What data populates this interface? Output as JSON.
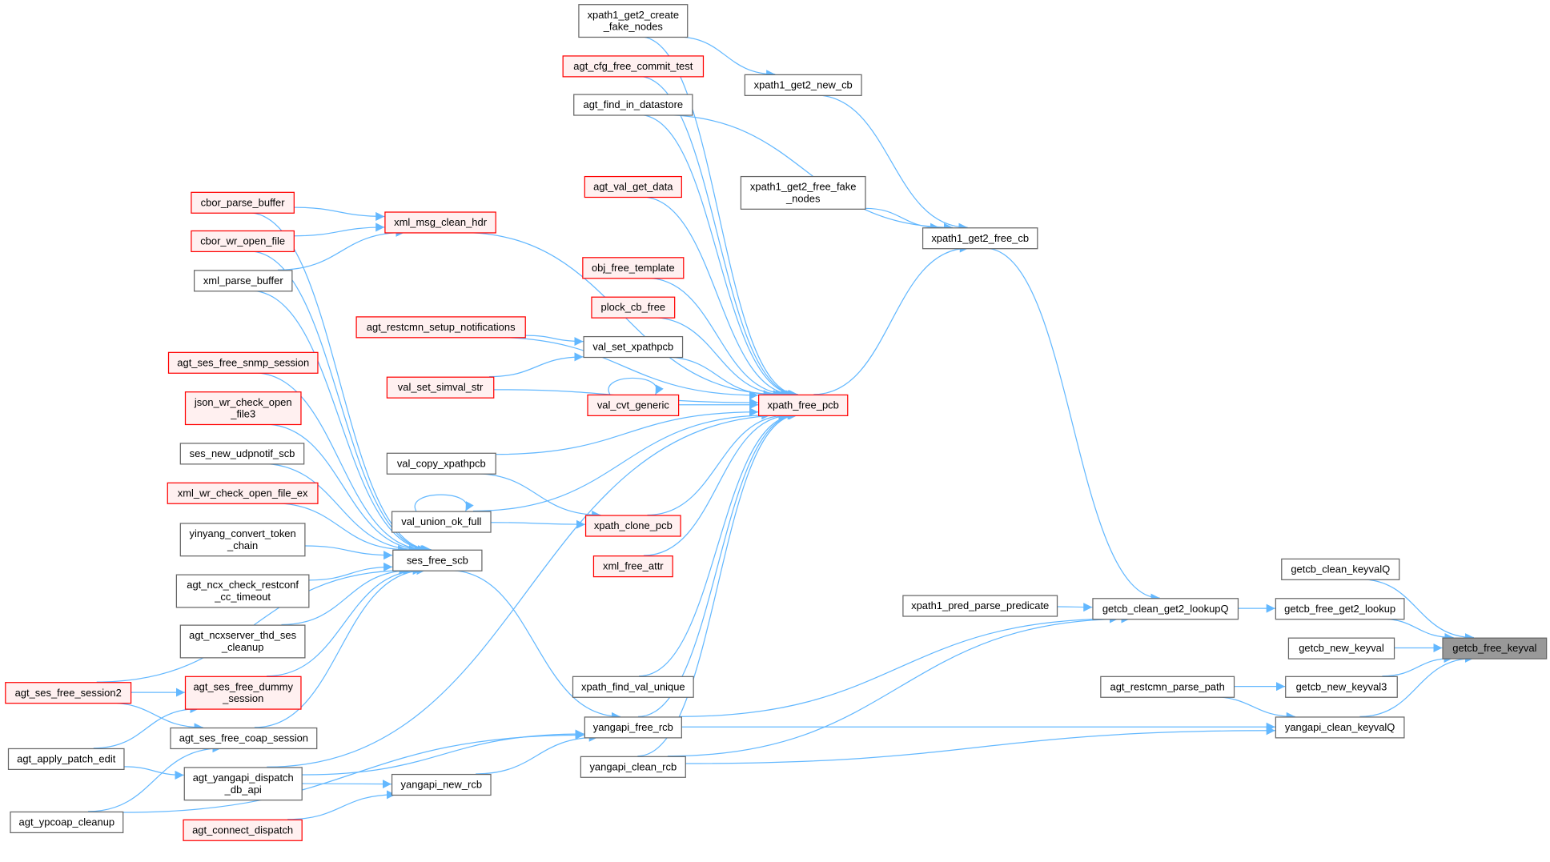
{
  "colors": {
    "edge": "#63b8ff",
    "red_stroke": "#ff0000",
    "red_fill": "#fff0f0",
    "normal_stroke": "#666666",
    "normal_fill": "#ffffff",
    "focus_fill": "#999999"
  },
  "graph": {
    "nodes": [
      {
        "id": "getcb_free_keyval",
        "lines": [
          "getcb_free_keyval"
        ],
        "style": "focus"
      },
      {
        "id": "getcb_clean_keyvalQ",
        "lines": [
          "getcb_clean_keyvalQ"
        ],
        "style": "normal"
      },
      {
        "id": "getcb_free_get2_lookup",
        "lines": [
          "getcb_free_get2_lookup"
        ],
        "style": "normal"
      },
      {
        "id": "getcb_new_keyval",
        "lines": [
          "getcb_new_keyval"
        ],
        "style": "normal"
      },
      {
        "id": "getcb_new_keyval3",
        "lines": [
          "getcb_new_keyval3"
        ],
        "style": "normal"
      },
      {
        "id": "yangapi_clean_keyvalQ",
        "lines": [
          "yangapi_clean_keyvalQ"
        ],
        "style": "normal"
      },
      {
        "id": "getcb_clean_get2_lookupQ",
        "lines": [
          "getcb_clean_get2_lookupQ"
        ],
        "style": "normal"
      },
      {
        "id": "agt_restcmn_parse_path",
        "lines": [
          "agt_restcmn_parse_path"
        ],
        "style": "normal"
      },
      {
        "id": "xpath1_pred_parse_predicate",
        "lines": [
          "xpath1_pred_parse_predicate"
        ],
        "style": "normal"
      },
      {
        "id": "xpath1_get2_free_cb",
        "lines": [
          "xpath1_get2_free_cb"
        ],
        "style": "normal"
      },
      {
        "id": "xpath1_get2_new_cb",
        "lines": [
          "xpath1_get2_new_cb"
        ],
        "style": "normal"
      },
      {
        "id": "xpath1_get2_free_fake_nodes",
        "lines": [
          "xpath1_get2_free_fake",
          "_nodes"
        ],
        "style": "normal"
      },
      {
        "id": "xpath1_get2_create_fake_nodes",
        "lines": [
          "xpath1_get2_create",
          "_fake_nodes"
        ],
        "style": "normal"
      },
      {
        "id": "agt_cfg_free_commit_test",
        "lines": [
          "agt_cfg_free_commit_test"
        ],
        "style": "red"
      },
      {
        "id": "agt_find_in_datastore",
        "lines": [
          "agt_find_in_datastore"
        ],
        "style": "normal"
      },
      {
        "id": "agt_val_get_data",
        "lines": [
          "agt_val_get_data"
        ],
        "style": "red"
      },
      {
        "id": "obj_free_template",
        "lines": [
          "obj_free_template"
        ],
        "style": "red"
      },
      {
        "id": "plock_cb_free",
        "lines": [
          "plock_cb_free"
        ],
        "style": "red"
      },
      {
        "id": "val_set_xpathpcb",
        "lines": [
          "val_set_xpathpcb"
        ],
        "style": "normal"
      },
      {
        "id": "val_cvt_generic",
        "lines": [
          "val_cvt_generic"
        ],
        "style": "red"
      },
      {
        "id": "xpath_free_pcb",
        "lines": [
          "xpath_free_pcb"
        ],
        "style": "red"
      },
      {
        "id": "val_copy_xpathpcb",
        "lines": [
          "val_copy_xpathpcb"
        ],
        "style": "normal"
      },
      {
        "id": "val_union_ok_full",
        "lines": [
          "val_union_ok_full"
        ],
        "style": "normal"
      },
      {
        "id": "xpath_clone_pcb",
        "lines": [
          "xpath_clone_pcb"
        ],
        "style": "red"
      },
      {
        "id": "xml_free_attr",
        "lines": [
          "xml_free_attr"
        ],
        "style": "red"
      },
      {
        "id": "xpath_find_val_unique",
        "lines": [
          "xpath_find_val_unique"
        ],
        "style": "normal"
      },
      {
        "id": "yangapi_free_rcb",
        "lines": [
          "yangapi_free_rcb"
        ],
        "style": "normal"
      },
      {
        "id": "yangapi_clean_rcb",
        "lines": [
          "yangapi_clean_rcb"
        ],
        "style": "normal"
      },
      {
        "id": "xml_msg_clean_hdr",
        "lines": [
          "xml_msg_clean_hdr"
        ],
        "style": "red"
      },
      {
        "id": "agt_restcmn_setup_notifications",
        "lines": [
          "agt_restcmn_setup_notifications"
        ],
        "style": "red"
      },
      {
        "id": "val_set_simval_str",
        "lines": [
          "val_set_simval_str"
        ],
        "style": "red"
      },
      {
        "id": "ses_free_scb",
        "lines": [
          "ses_free_scb"
        ],
        "style": "normal"
      },
      {
        "id": "yangapi_new_rcb",
        "lines": [
          "yangapi_new_rcb"
        ],
        "style": "normal"
      },
      {
        "id": "cbor_parse_buffer",
        "lines": [
          "cbor_parse_buffer"
        ],
        "style": "red"
      },
      {
        "id": "cbor_wr_open_file",
        "lines": [
          "cbor_wr_open_file"
        ],
        "style": "red"
      },
      {
        "id": "xml_parse_buffer",
        "lines": [
          "xml_parse_buffer"
        ],
        "style": "normal"
      },
      {
        "id": "agt_ses_free_snmp_session",
        "lines": [
          "agt_ses_free_snmp_session"
        ],
        "style": "red"
      },
      {
        "id": "json_wr_check_open_file3",
        "lines": [
          "json_wr_check_open",
          "_file3"
        ],
        "style": "red"
      },
      {
        "id": "ses_new_udpnotif_scb",
        "lines": [
          "ses_new_udpnotif_scb"
        ],
        "style": "normal"
      },
      {
        "id": "xml_wr_check_open_file_ex",
        "lines": [
          "xml_wr_check_open_file_ex"
        ],
        "style": "red"
      },
      {
        "id": "yinyang_convert_token_chain",
        "lines": [
          "yinyang_convert_token",
          "_chain"
        ],
        "style": "normal"
      },
      {
        "id": "agt_ncx_check_restconf_cc_timeout",
        "lines": [
          "agt_ncx_check_restconf",
          "_cc_timeout"
        ],
        "style": "normal"
      },
      {
        "id": "agt_ncxserver_thd_ses_cleanup",
        "lines": [
          "agt_ncxserver_thd_ses",
          "_cleanup"
        ],
        "style": "normal"
      },
      {
        "id": "agt_ses_free_dummy_session",
        "lines": [
          "agt_ses_free_dummy",
          "_session"
        ],
        "style": "red"
      },
      {
        "id": "agt_ses_free_coap_session",
        "lines": [
          "agt_ses_free_coap_session"
        ],
        "style": "normal"
      },
      {
        "id": "agt_yangapi_dispatch_db_api",
        "lines": [
          "agt_yangapi_dispatch",
          "_db_api"
        ],
        "style": "normal"
      },
      {
        "id": "agt_connect_dispatch",
        "lines": [
          "agt_connect_dispatch"
        ],
        "style": "red"
      },
      {
        "id": "agt_ses_free_session2",
        "lines": [
          "agt_ses_free_session2"
        ],
        "style": "red"
      },
      {
        "id": "agt_apply_patch_edit",
        "lines": [
          "agt_apply_patch_edit"
        ],
        "style": "normal"
      },
      {
        "id": "agt_ypcoap_cleanup",
        "lines": [
          "agt_ypcoap_cleanup"
        ],
        "style": "normal"
      }
    ],
    "edges": [
      [
        "getcb_clean_keyvalQ",
        "getcb_free_keyval"
      ],
      [
        "getcb_free_get2_lookup",
        "getcb_free_keyval"
      ],
      [
        "getcb_new_keyval",
        "getcb_free_keyval"
      ],
      [
        "getcb_new_keyval3",
        "getcb_free_keyval"
      ],
      [
        "yangapi_clean_keyvalQ",
        "getcb_free_keyval"
      ],
      [
        "getcb_clean_get2_lookupQ",
        "getcb_free_get2_lookup"
      ],
      [
        "agt_restcmn_parse_path",
        "getcb_new_keyval3"
      ],
      [
        "agt_restcmn_parse_path",
        "yangapi_clean_keyvalQ"
      ],
      [
        "yangapi_free_rcb",
        "yangapi_clean_keyvalQ"
      ],
      [
        "yangapi_clean_rcb",
        "yangapi_clean_keyvalQ"
      ],
      [
        "xpath1_get2_free_cb",
        "getcb_clean_get2_lookupQ"
      ],
      [
        "xpath1_pred_parse_predicate",
        "getcb_clean_get2_lookupQ"
      ],
      [
        "yangapi_free_rcb",
        "getcb_clean_get2_lookupQ"
      ],
      [
        "yangapi_clean_rcb",
        "getcb_clean_get2_lookupQ"
      ],
      [
        "xpath1_get2_new_cb",
        "xpath1_get2_free_cb"
      ],
      [
        "xpath1_get2_free_fake_nodes",
        "xpath1_get2_free_cb"
      ],
      [
        "xpath_free_pcb",
        "xpath1_get2_free_cb"
      ],
      [
        "agt_find_in_datastore",
        "xpath1_get2_free_cb"
      ],
      [
        "xpath1_get2_create_fake_nodes",
        "xpath1_get2_new_cb"
      ],
      [
        "xpath1_get2_create_fake_nodes",
        "xpath_free_pcb"
      ],
      [
        "agt_cfg_free_commit_test",
        "xpath_free_pcb"
      ],
      [
        "agt_find_in_datastore",
        "xpath_free_pcb"
      ],
      [
        "agt_val_get_data",
        "xpath_free_pcb"
      ],
      [
        "obj_free_template",
        "xpath_free_pcb"
      ],
      [
        "plock_cb_free",
        "xpath_free_pcb"
      ],
      [
        "val_set_xpathpcb",
        "xpath_free_pcb"
      ],
      [
        "val_cvt_generic",
        "xpath_free_pcb"
      ],
      [
        "val_cvt_generic",
        "val_cvt_generic"
      ],
      [
        "val_set_simval_str",
        "xpath_free_pcb"
      ],
      [
        "val_copy_xpathpcb",
        "xpath_free_pcb"
      ],
      [
        "val_union_ok_full",
        "xpath_free_pcb"
      ],
      [
        "val_union_ok_full",
        "val_union_ok_full"
      ],
      [
        "xpath_clone_pcb",
        "xpath_free_pcb"
      ],
      [
        "xml_free_attr",
        "xpath_free_pcb"
      ],
      [
        "xpath_find_val_unique",
        "xpath_free_pcb"
      ],
      [
        "yangapi_free_rcb",
        "xpath_free_pcb"
      ],
      [
        "yangapi_clean_rcb",
        "xpath_free_pcb"
      ],
      [
        "xml_msg_clean_hdr",
        "xpath_free_pcb"
      ],
      [
        "agt_restcmn_setup_notifications",
        "xpath_free_pcb"
      ],
      [
        "agt_yangapi_dispatch_db_api",
        "xpath_free_pcb"
      ],
      [
        "agt_restcmn_setup_notifications",
        "val_set_xpathpcb"
      ],
      [
        "val_set_simval_str",
        "val_set_xpathpcb"
      ],
      [
        "val_copy_xpathpcb",
        "xpath_clone_pcb"
      ],
      [
        "val_union_ok_full",
        "xpath_clone_pcb"
      ],
      [
        "cbor_parse_buffer",
        "xml_msg_clean_hdr"
      ],
      [
        "cbor_wr_open_file",
        "xml_msg_clean_hdr"
      ],
      [
        "xml_parse_buffer",
        "xml_msg_clean_hdr"
      ],
      [
        "cbor_parse_buffer",
        "ses_free_scb"
      ],
      [
        "cbor_wr_open_file",
        "ses_free_scb"
      ],
      [
        "xml_parse_buffer",
        "ses_free_scb"
      ],
      [
        "agt_ses_free_snmp_session",
        "ses_free_scb"
      ],
      [
        "json_wr_check_open_file3",
        "ses_free_scb"
      ],
      [
        "ses_new_udpnotif_scb",
        "ses_free_scb"
      ],
      [
        "xml_wr_check_open_file_ex",
        "ses_free_scb"
      ],
      [
        "yinyang_convert_token_chain",
        "ses_free_scb"
      ],
      [
        "agt_ncx_check_restconf_cc_timeout",
        "ses_free_scb"
      ],
      [
        "agt_ncxserver_thd_ses_cleanup",
        "ses_free_scb"
      ],
      [
        "agt_ses_free_dummy_session",
        "ses_free_scb"
      ],
      [
        "agt_ses_free_coap_session",
        "ses_free_scb"
      ],
      [
        "agt_ses_free_session2",
        "ses_free_scb"
      ],
      [
        "ses_free_scb",
        "yangapi_free_rcb"
      ],
      [
        "agt_yangapi_dispatch_db_api",
        "yangapi_free_rcb"
      ],
      [
        "yangapi_new_rcb",
        "yangapi_free_rcb"
      ],
      [
        "agt_ypcoap_cleanup",
        "yangapi_free_rcb"
      ],
      [
        "agt_yangapi_dispatch_db_api",
        "yangapi_new_rcb"
      ],
      [
        "agt_connect_dispatch",
        "yangapi_new_rcb"
      ],
      [
        "agt_ses_free_session2",
        "agt_ses_free_dummy_session"
      ],
      [
        "agt_apply_patch_edit",
        "agt_ses_free_dummy_session"
      ],
      [
        "agt_ses_free_session2",
        "agt_ses_free_coap_session"
      ],
      [
        "agt_ypcoap_cleanup",
        "agt_ses_free_coap_session"
      ],
      [
        "agt_apply_patch_edit",
        "agt_yangapi_dispatch_db_api"
      ]
    ]
  }
}
